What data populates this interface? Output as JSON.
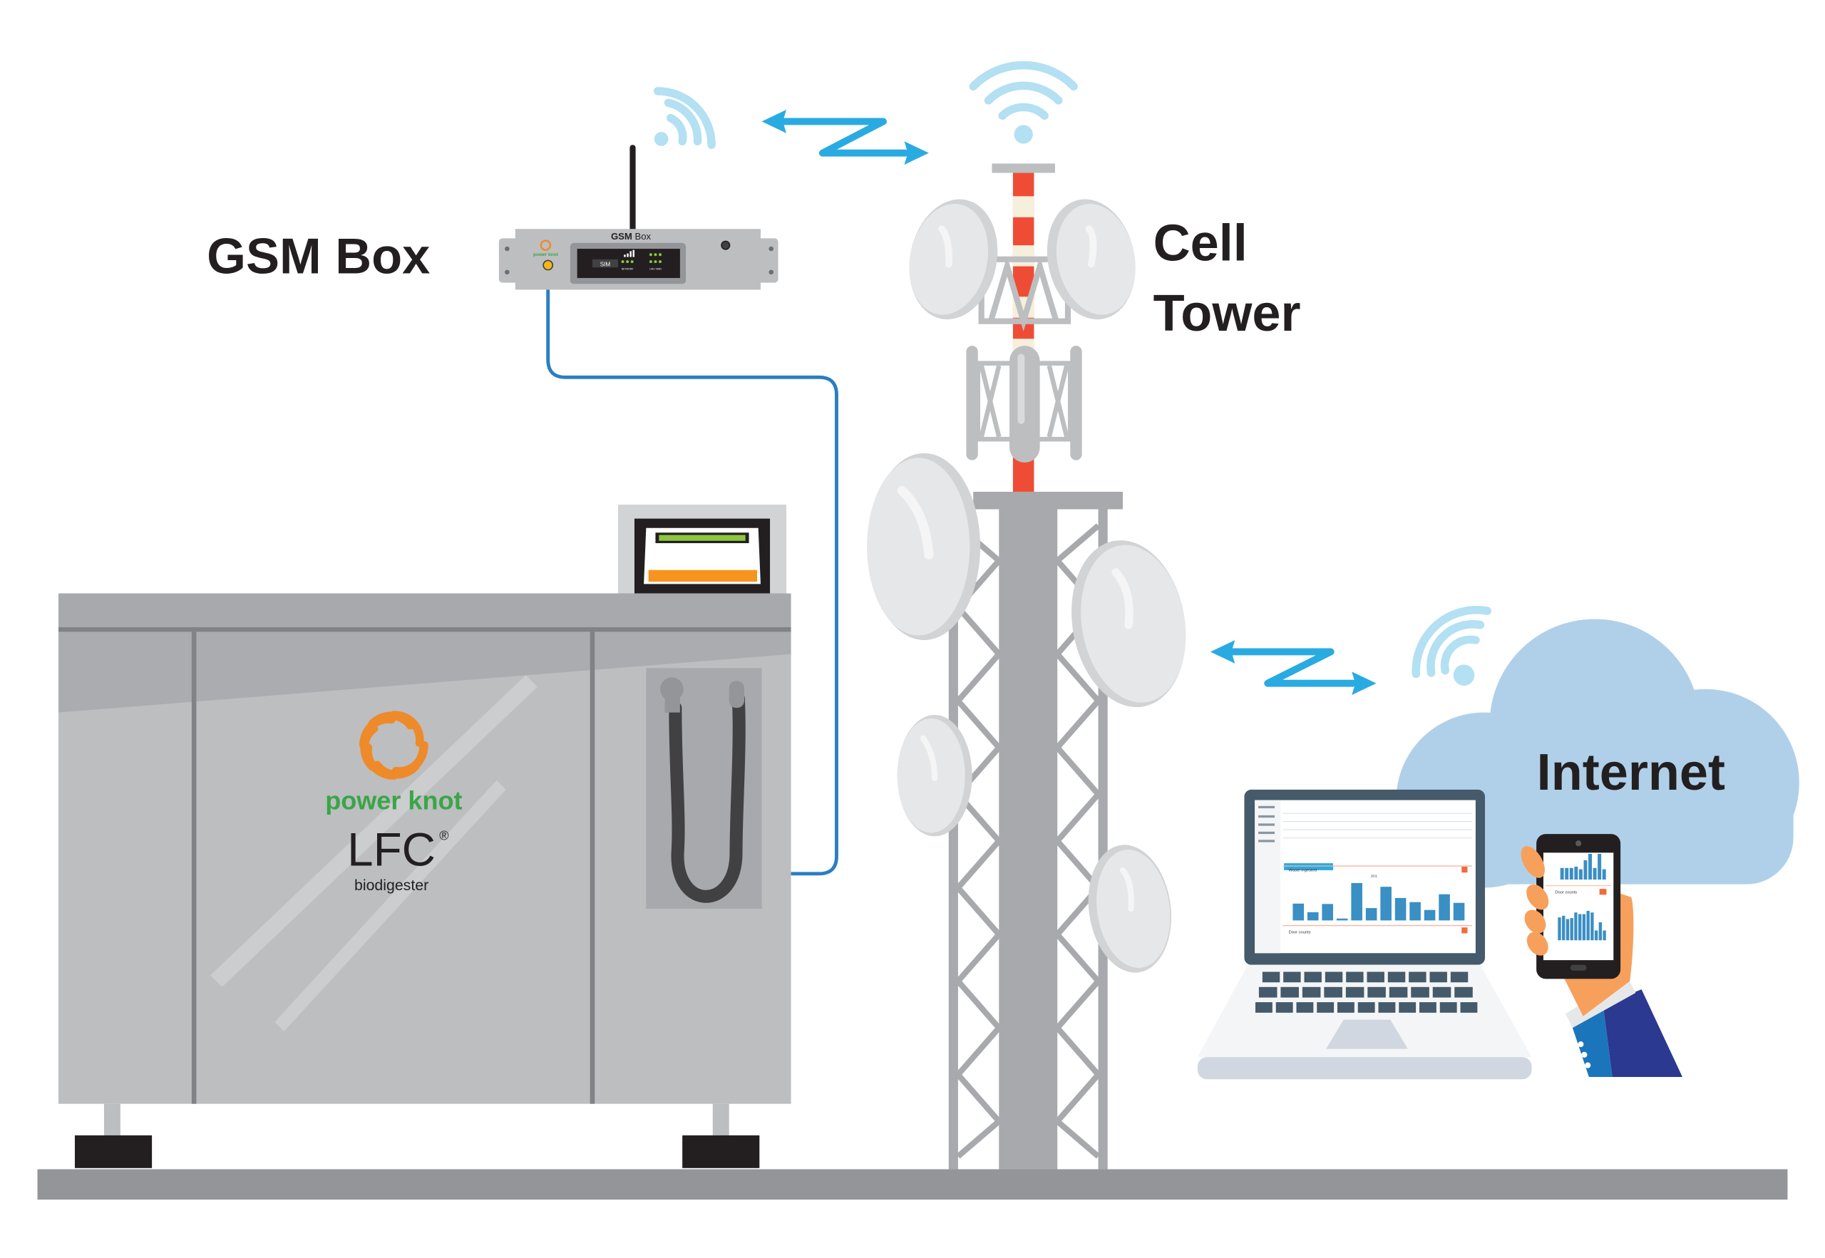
{
  "labels": {
    "gsm_box": "GSM Box",
    "cell_tower_line1": "Cell",
    "cell_tower_line2": "Tower",
    "internet": "Internet"
  },
  "gsm_device": {
    "panel_title_bold": "GSM",
    "panel_title_regular": "Box",
    "brand": "power knot",
    "sim_label": "SIM",
    "network_label": "NETWORK",
    "lan_label": "LAN / WAN"
  },
  "biodigester": {
    "brand": "power knot",
    "product": "LFC",
    "registered_mark": "®",
    "subtitle": "biodigester"
  },
  "laptop_screen": {
    "chart_title": "Waste ingested",
    "chart_year": "2021",
    "second_chart_title": "Door counts",
    "bars_relative": [
      0.45,
      0.22,
      0.44,
      0.05,
      1.0,
      0.33,
      0.9,
      0.6,
      0.49,
      0.28,
      0.7,
      0.47
    ]
  },
  "phone_screen": {
    "chart_title": "Door counts",
    "top_bars_relative": [
      0.45,
      0.45,
      0.45,
      0.5,
      0.4,
      0.75,
      1.0,
      0.45,
      1.0,
      0.4
    ],
    "bottom_bars_relative": [
      0.7,
      0.75,
      0.65,
      0.68,
      0.85,
      0.8,
      0.8,
      0.9,
      0.85,
      0.3,
      0.55,
      0.3
    ]
  },
  "colors": {
    "signal_arrow": "#29abe2",
    "wifi_wave": "#b3e0f2",
    "cable": "#2b7ec4",
    "tower_red": "#ef4c36",
    "tower_cream": "#f5efdc",
    "steel": "#a7a9ac",
    "ground": "#939598",
    "cloud": "#b0d0ea",
    "brand_green": "#3aa548",
    "brand_orange": "#ee8a2a",
    "laptop_bezel": "#455a6a",
    "chart_blue": "#3a8fc4",
    "skin": "#f7a05c",
    "sleeve_light": "#1b75bb",
    "sleeve_dark": "#2b3990"
  }
}
